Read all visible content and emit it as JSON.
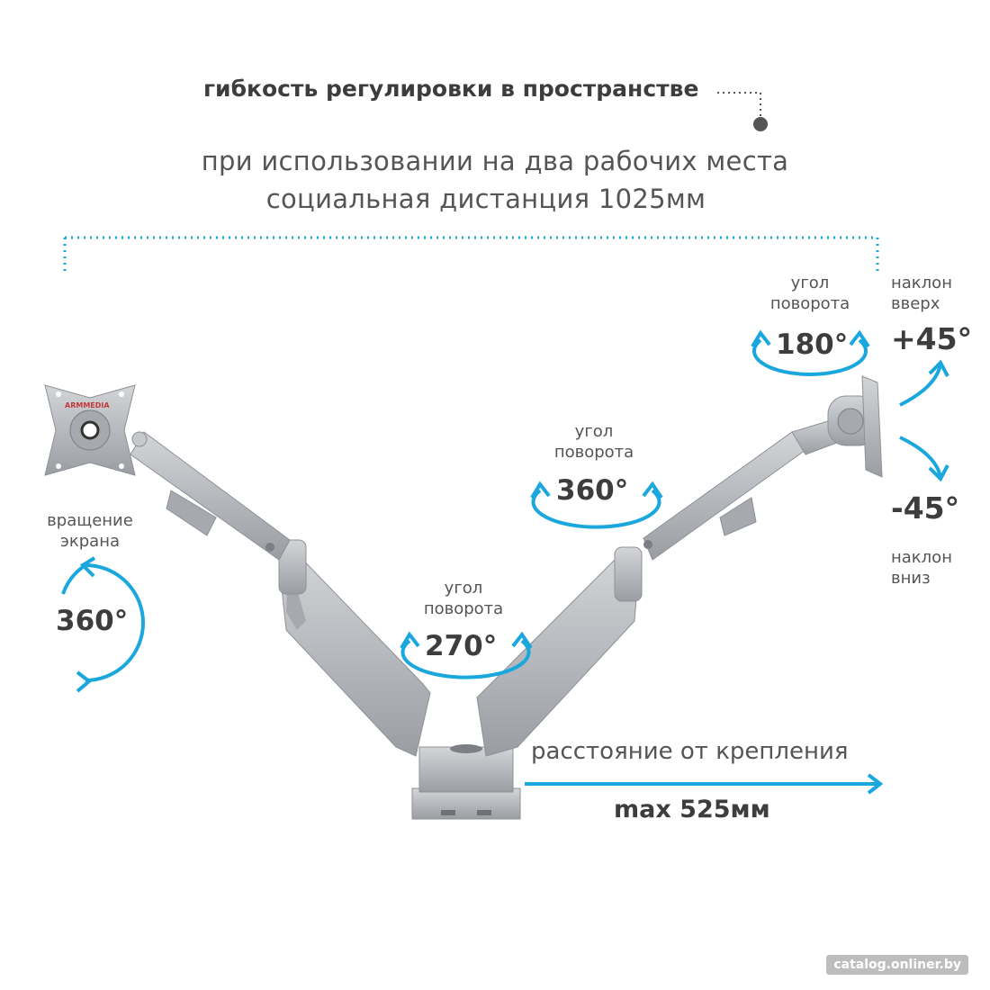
{
  "heading": "гибкость регулировки в пространстве",
  "subtitle_line1": "при использовании на два рабочих места",
  "subtitle_line2": "социальная дистанция 1025мм",
  "brand_logo": "ARMMEDIA",
  "rotation_screen": {
    "line1": "вращение",
    "line2": "экрана",
    "degrees": "360°"
  },
  "rotation_base": {
    "line1": "угол",
    "line2": "поворота",
    "degrees": "270°"
  },
  "rotation_mid": {
    "line1": "угол",
    "line2": "поворота",
    "degrees": "360°"
  },
  "rotation_head": {
    "line1": "угол",
    "line2": "поворота",
    "degrees": "180°"
  },
  "tilt_up": {
    "line1": "наклон",
    "line2": "вверх",
    "degrees": "+45°"
  },
  "tilt_down": {
    "line1": "наклон",
    "line2": "вниз",
    "degrees": "-45°"
  },
  "distance": {
    "label": "расстояние от крепления",
    "value": "max 525мм"
  },
  "credit": "catalog.onliner.by",
  "colors": {
    "accent": "#1aa7de",
    "metal": "#b9bcc0",
    "metal_dark": "#8e9196",
    "text": "#3d3d3d"
  }
}
